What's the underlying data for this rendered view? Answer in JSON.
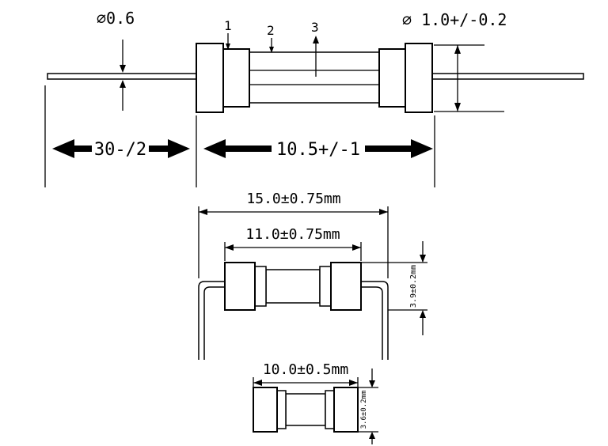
{
  "drawing": {
    "description": "fuse technical dimension drawing, three views",
    "colors": {
      "line": "#000000",
      "background": "#ffffff"
    },
    "top_view": {
      "lead_diameter_label": "∅0.6",
      "cap_diameter_label": "∅ 1.0+/-0.2",
      "callouts": [
        "1",
        "2",
        "3"
      ],
      "lead_length_label": "30-/2",
      "body_length_label": "10.5+/-1"
    },
    "middle_view": {
      "overall_width_label": "15.0±0.75mm",
      "body_width_label": "11.0±0.75mm",
      "diameter_label": "3.9±0.2mm"
    },
    "bottom_view": {
      "body_width_label": "10.0±0.5mm",
      "diameter_label": "3.6±0.2mm"
    }
  }
}
